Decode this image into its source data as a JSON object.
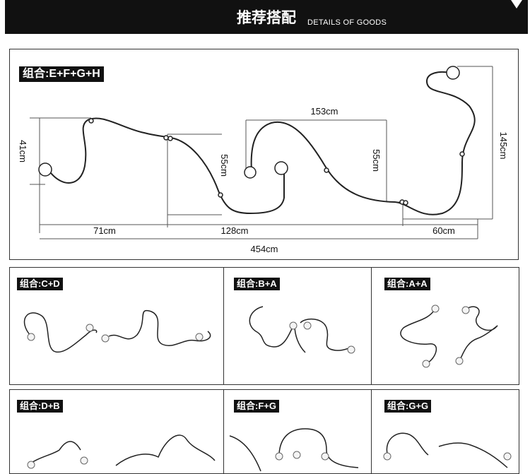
{
  "header": {
    "title": "推荐搭配",
    "subtitle": "DETAILS OF GOODS",
    "arrow_icon": "triangle-down-icon"
  },
  "main_combo": {
    "label": "组合:E+F+G+H",
    "dimensions": {
      "height_left": "41cm",
      "height_mid": "55cm",
      "height_mid2": "55cm",
      "height_right": "145cm",
      "top_width": "153cm",
      "seg1": "71cm",
      "seg2": "128cm",
      "seg3": "60cm",
      "total": "454cm"
    }
  },
  "combos": [
    {
      "label": "组合:C+D"
    },
    {
      "label": "组合:B+A"
    },
    {
      "label": "组合:A+A"
    },
    {
      "label": "组合:D+B"
    },
    {
      "label": "组合:F+G"
    },
    {
      "label": "组合:G+G"
    }
  ],
  "colors": {
    "line": "#222222",
    "header_bg": "#111111",
    "tag_bg": "#111111"
  }
}
